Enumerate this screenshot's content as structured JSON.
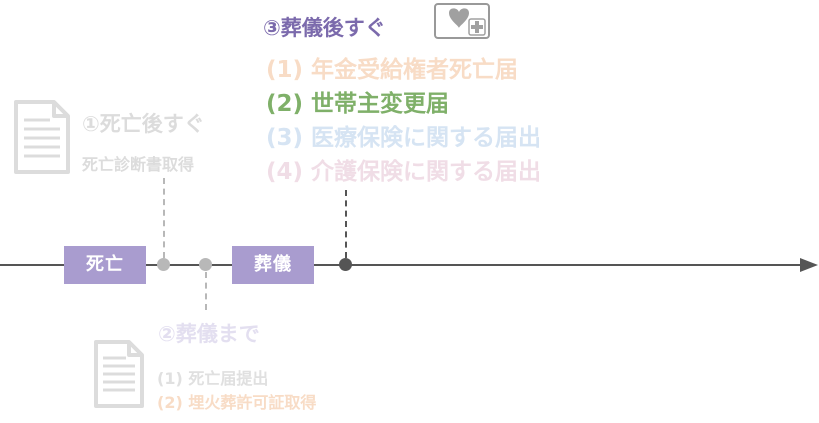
{
  "colors": {
    "timeline": "#555555",
    "event_box": "#a99ccf",
    "heading_active": "#7b6aac",
    "faded_gray": "#dcdcdc",
    "item_orange": "#f8dcc6",
    "item_green": "#7fb069",
    "item_blue": "#d6e4f3",
    "item_pink": "#f0dde6",
    "faded_purple": "#e3dff0"
  },
  "timeline": {
    "events": [
      {
        "label": "死亡"
      },
      {
        "label": "葬儀"
      }
    ]
  },
  "stage1": {
    "heading": "①死亡後すぐ",
    "sub": "死亡診断書取得",
    "icon": "document-icon"
  },
  "stage2": {
    "heading": "②葬儀まで",
    "items": [
      "(1) 死亡届提出",
      "(2) 埋火葬許可証取得"
    ],
    "icon": "document-icon"
  },
  "stage3": {
    "heading": "③葬儀後すぐ",
    "icon": "health-insurance-card-icon",
    "items": [
      {
        "label": "(1) 年金受給権者死亡届",
        "state": "faded"
      },
      {
        "label": "(2) 世帯主変更届",
        "state": "active"
      },
      {
        "label": "(3) 医療保険に関する届出",
        "state": "faded"
      },
      {
        "label": "(4) 介護保険に関する届出",
        "state": "faded"
      }
    ]
  }
}
